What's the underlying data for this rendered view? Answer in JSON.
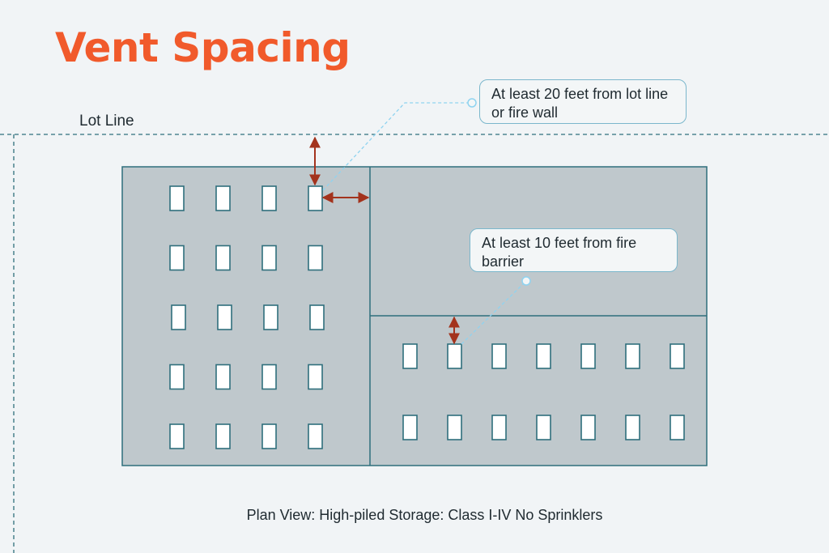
{
  "title": "Vent Spacing",
  "lot_line_label": "Lot Line",
  "callouts": [
    {
      "text": "At least 20 feet from lot line or fire wall"
    },
    {
      "text": "At least 10 feet from fire barrier"
    }
  ],
  "caption": "Plan View: High-piled Storage: Class I-IV No Sprinklers",
  "colors": {
    "title": "#f15a2b",
    "building_fill": "#bfc8cc",
    "building_stroke": "#2f6f7c",
    "arrow": "#a3331d",
    "leader_line": "#8fd3f0",
    "lot_line": "#2f6f7c"
  },
  "vents": {
    "left_area": {
      "rows": 5,
      "columns": 4
    },
    "lower_right_area": {
      "rows": 2,
      "columns": 7
    }
  }
}
